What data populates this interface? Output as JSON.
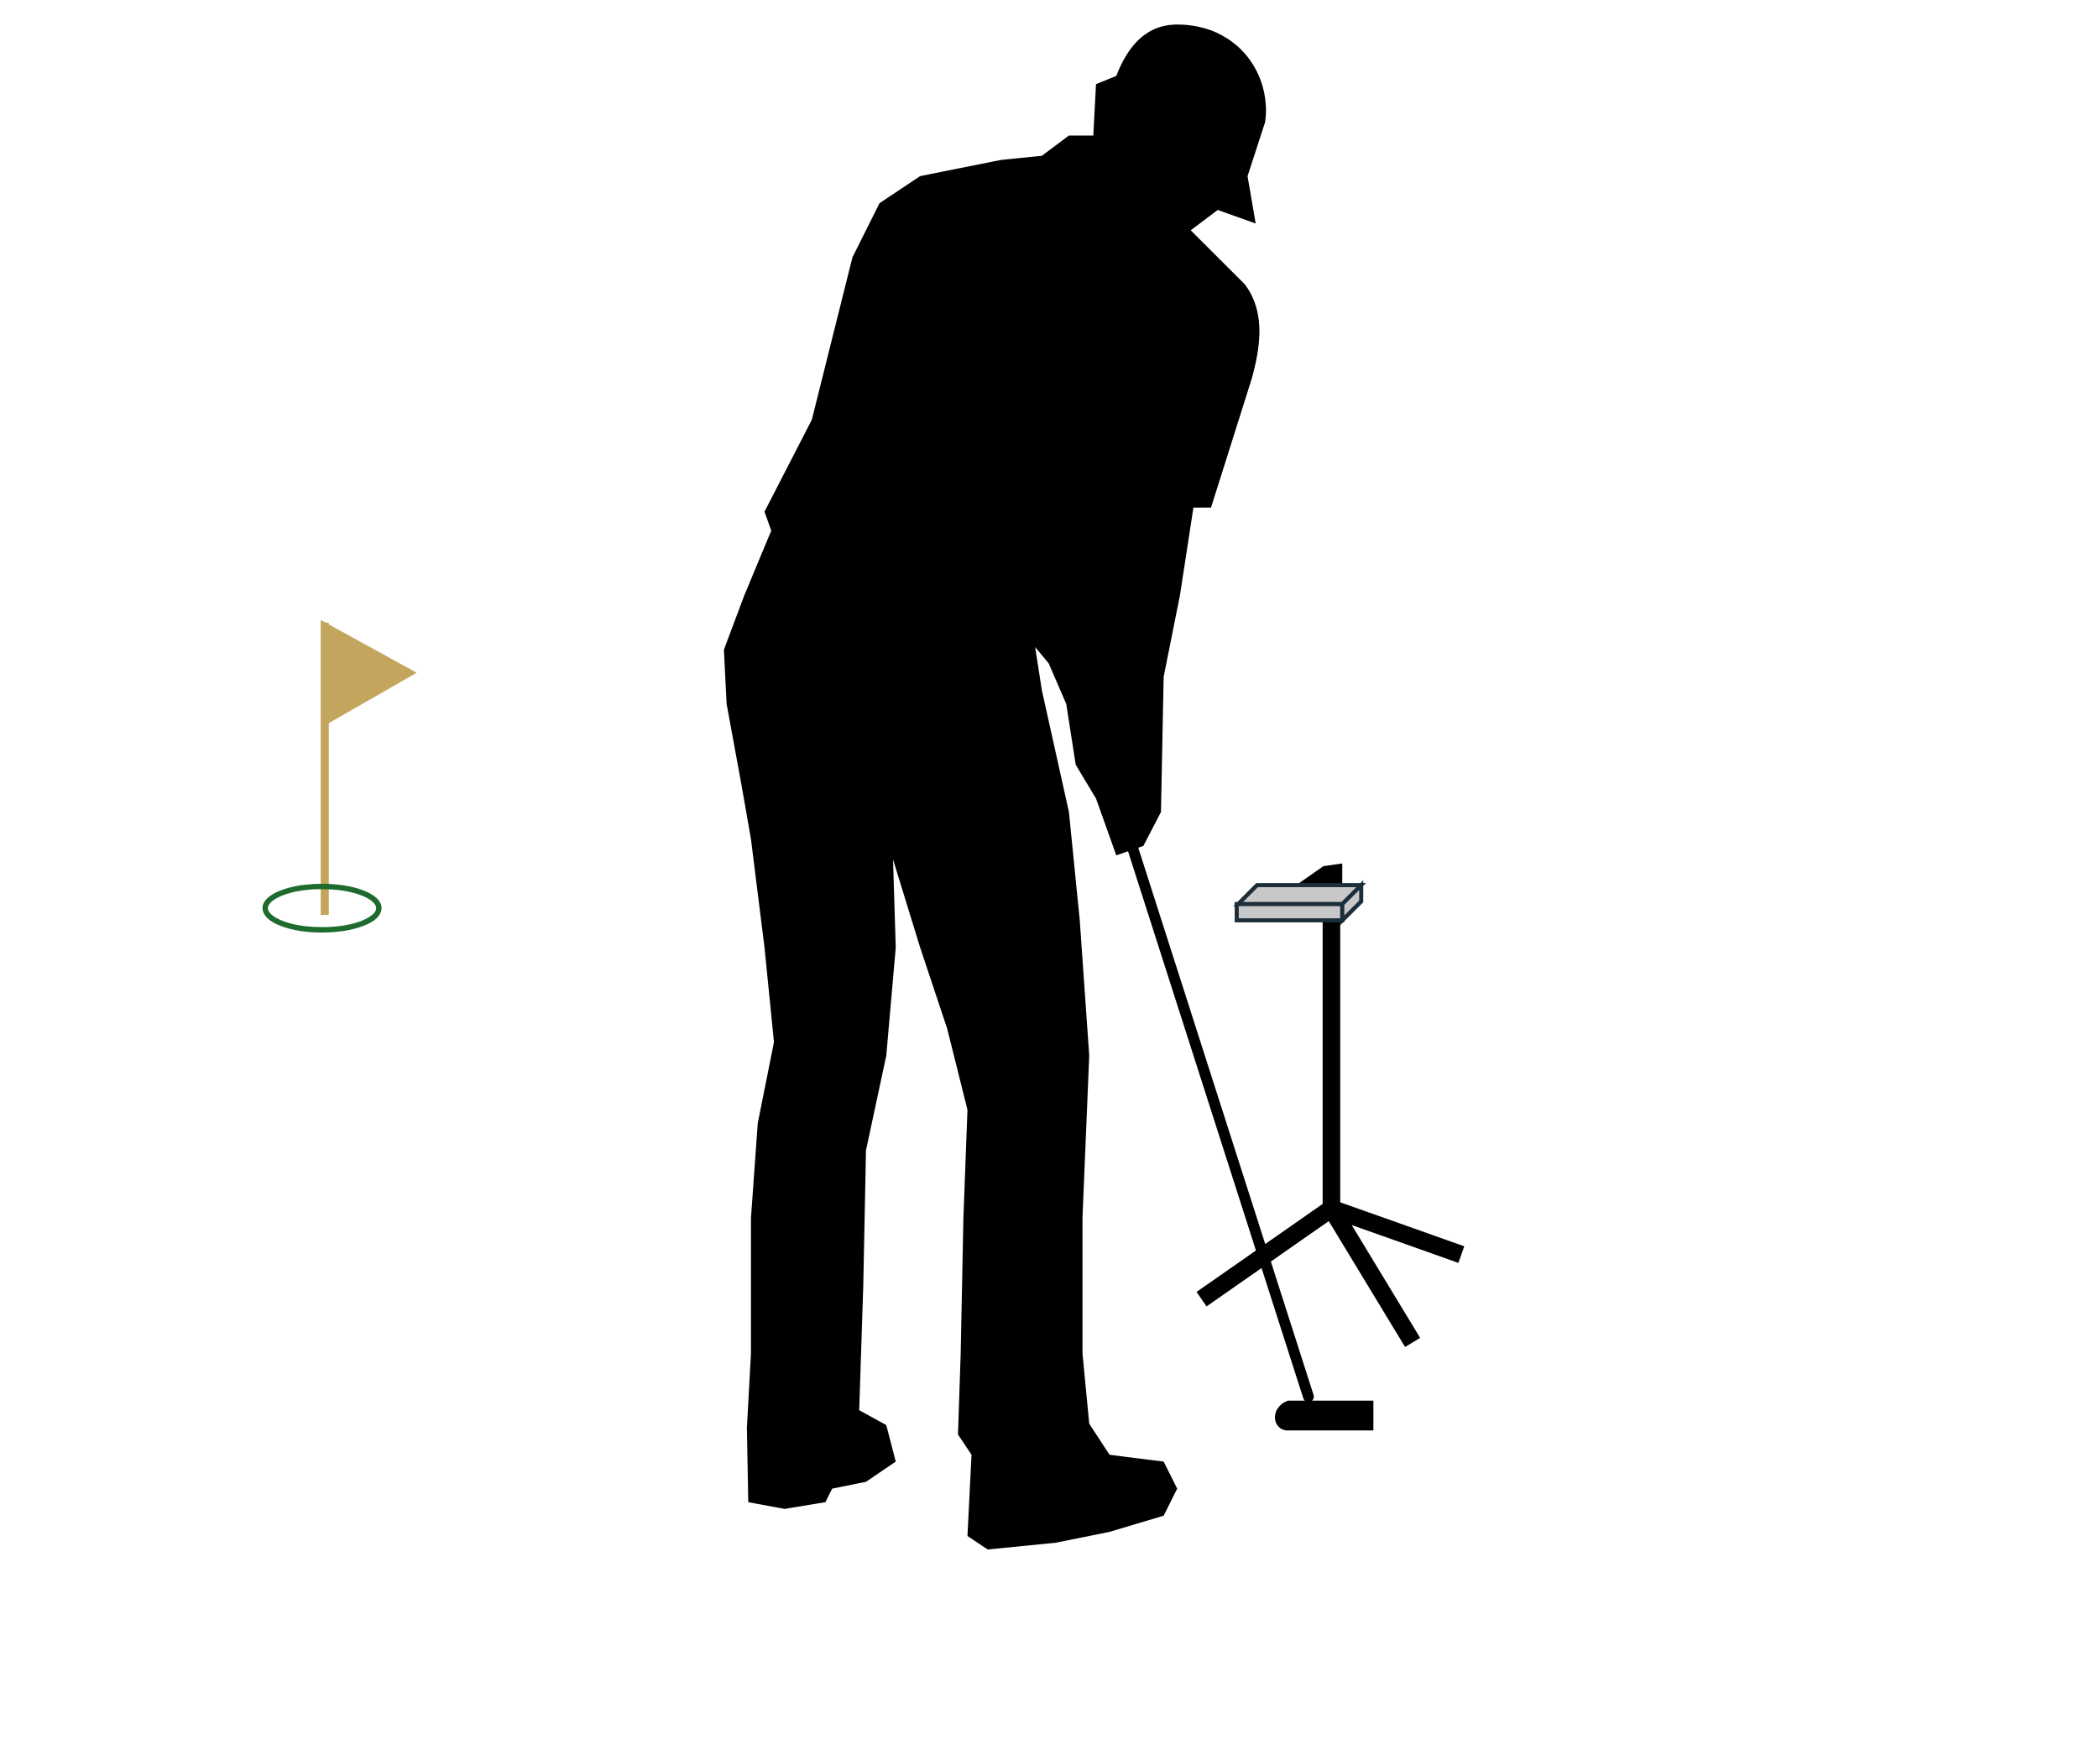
{
  "scene": {
    "elements": [
      "golf-flag",
      "golf-hole",
      "golfer-silhouette",
      "putter",
      "sensor-tripod",
      "sensor-device"
    ]
  },
  "colors": {
    "background": "#ffffff",
    "silhouette": "#000000",
    "flag": "#C4A55E",
    "hole": "#1E6B2E",
    "device_fill": "#C8C8C8",
    "device_outline": "#1B2E3A"
  }
}
